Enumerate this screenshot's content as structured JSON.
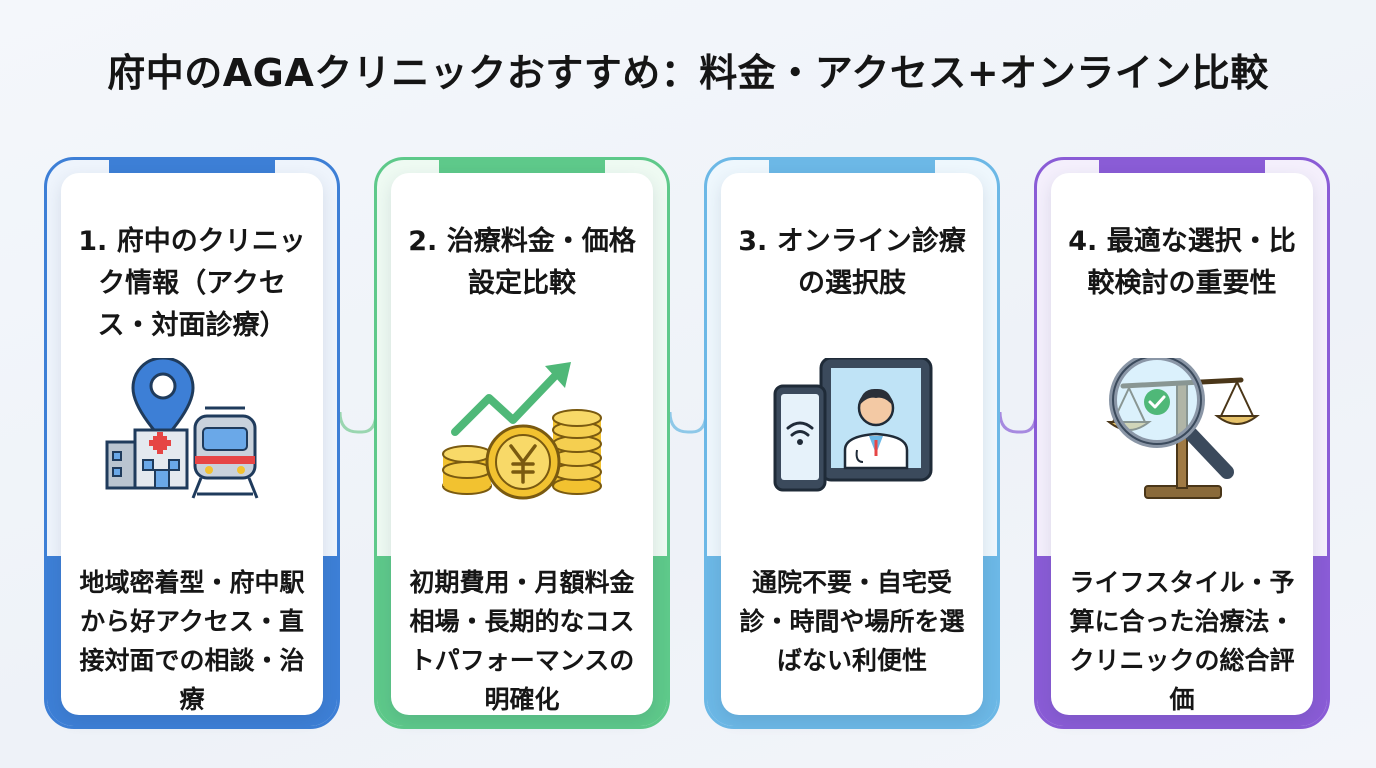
{
  "title": "府中のAGAクリニックおすすめ：料金・アクセス+オンライン比較",
  "cards": [
    {
      "title": "1. 府中のクリニック情報（アクセス・対面診療）",
      "description": "地域密着型・府中駅から好アクセス・直接対面での相談・治療",
      "icon": "clinic-train-location-icon",
      "color": "#3d7fd6"
    },
    {
      "title": "2. 治療料金・価格設定比較",
      "description": "初期費用・月額料金相場・長期的なコストパフォーマンスの明確化",
      "icon": "yen-coins-growth-icon",
      "color": "#5ec98a"
    },
    {
      "title": "3. オンライン診療の選択肢",
      "description": "通院不要・自宅受診・時間や場所を選ばない利便性",
      "icon": "online-doctor-tablet-icon",
      "color": "#6cb8e6"
    },
    {
      "title": "4. 最適な選択・比較検討の重要性",
      "description": "ライフスタイル・予算に合った治療法・クリニックの総合評価",
      "icon": "magnifier-scale-icon",
      "color": "#8a5cd6"
    }
  ]
}
